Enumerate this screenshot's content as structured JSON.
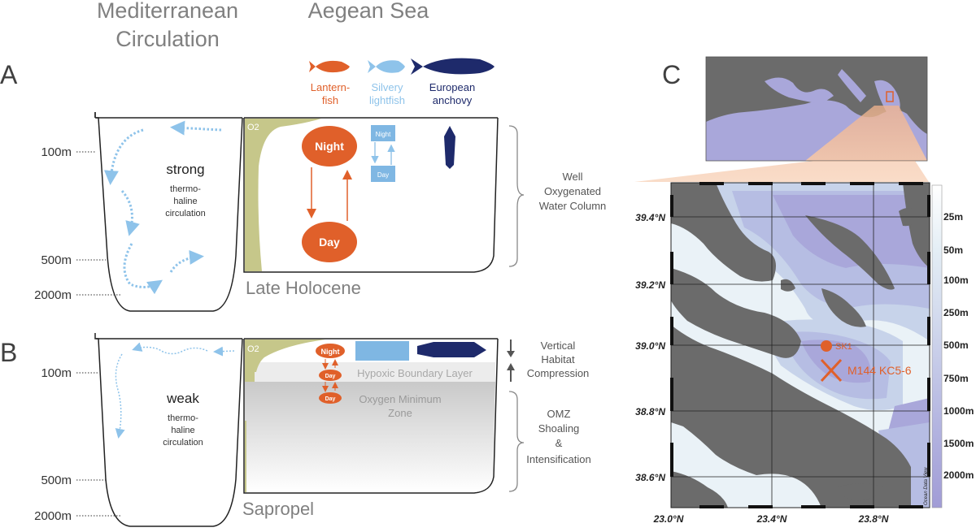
{
  "headers": {
    "mediterranean": [
      "Mediterranean",
      "Circulation"
    ],
    "aegean": "Aegean Sea"
  },
  "panel_labels": {
    "a": "A",
    "b": "B",
    "c": "C"
  },
  "fish_legend": {
    "lanternfish": {
      "label": [
        "Lantern-",
        "fish"
      ],
      "color": "#e0602a"
    },
    "silvery_lightfish": {
      "label": [
        "Silvery",
        "lightfish"
      ],
      "color": "#8ec3ea"
    },
    "european_anchovy": {
      "label": [
        "European",
        "anchovy"
      ],
      "color": "#1e2a6b"
    }
  },
  "depths": {
    "d100": "100m",
    "d500": "500m",
    "d2000": "2000m"
  },
  "oxygen_label": "O2",
  "panel_a": {
    "circulation": {
      "strength": "strong",
      "desc": [
        "thermo-",
        "haline",
        "circulation"
      ]
    },
    "night": "Night",
    "day": "Day",
    "period": "Late Holocene",
    "bracket_text": [
      "Well",
      "Oxygenated",
      "Water Column"
    ]
  },
  "panel_b": {
    "circulation": {
      "strength": "weak",
      "desc": [
        "thermo-",
        "haline",
        "circulation"
      ]
    },
    "night": "Night",
    "day": "Day",
    "hypoxic_layer": "Hypoxic Boundary Layer",
    "omz": [
      "Oxygen Minimum",
      "Zone"
    ],
    "period": "Sapropel",
    "compression_text": [
      "Vertical",
      "Habitat",
      "Compression"
    ],
    "omz_text": [
      "OMZ",
      "Shoaling",
      "&",
      "Intensification"
    ]
  },
  "map": {
    "lat_labels": [
      "39.4°N",
      "39.2°N",
      "39.0°N",
      "38.8°N",
      "38.6°N"
    ],
    "lon_labels": [
      "23.0°N",
      "23.4°N",
      "23.8°N"
    ],
    "station_sk1": "SK1",
    "station_core": "M144 KC5-6",
    "depth_scale": [
      "25m",
      "50m",
      "100m",
      "250m",
      "500m",
      "750m",
      "1000m",
      "1500m",
      "2000m"
    ],
    "credit": "Ocean Data View"
  },
  "colors": {
    "orange": "#e0602a",
    "light_blue": "#8ec3ea",
    "navy": "#1e2a6b",
    "olive": "#c6c78a",
    "land": "#6b6b6b",
    "sea_deep": "#a9a7da",
    "gray_text": "#808080"
  }
}
